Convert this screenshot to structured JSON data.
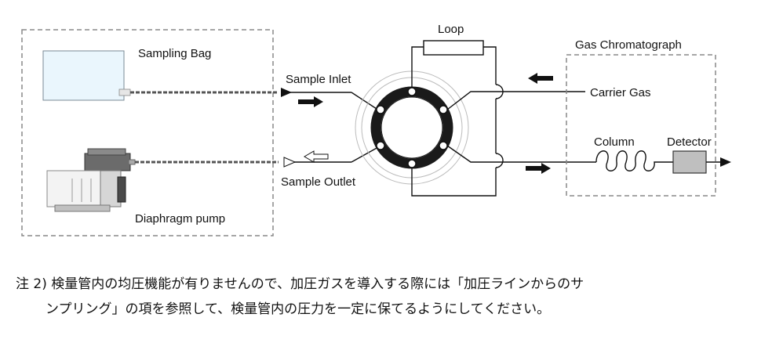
{
  "labels": {
    "sampling_bag": "Sampling Bag",
    "diaphragm_pump": "Diaphragm pump",
    "sample_inlet": "Sample Inlet",
    "sample_outlet": "Sample Outlet",
    "loop": "Loop",
    "gas_chromatograph": "Gas Chromatograph",
    "carrier_gas": "Carrier Gas",
    "column": "Column",
    "detector": "Detector"
  },
  "note": {
    "line1": "注 2) 検量管内の均圧機能が有りませんので、加圧ガスを導入する際には「加圧ラインからのサ",
    "line2": "ンプリング」の項を参照して、検量管内の圧力を一定に保てるようにしてください。"
  },
  "colors": {
    "line": "#222222",
    "dashed_box": "#888888",
    "bag_fill": "#eaf6fd",
    "detector_fill": "#bfbfbf",
    "valve_ring": "#1a1a1a"
  }
}
